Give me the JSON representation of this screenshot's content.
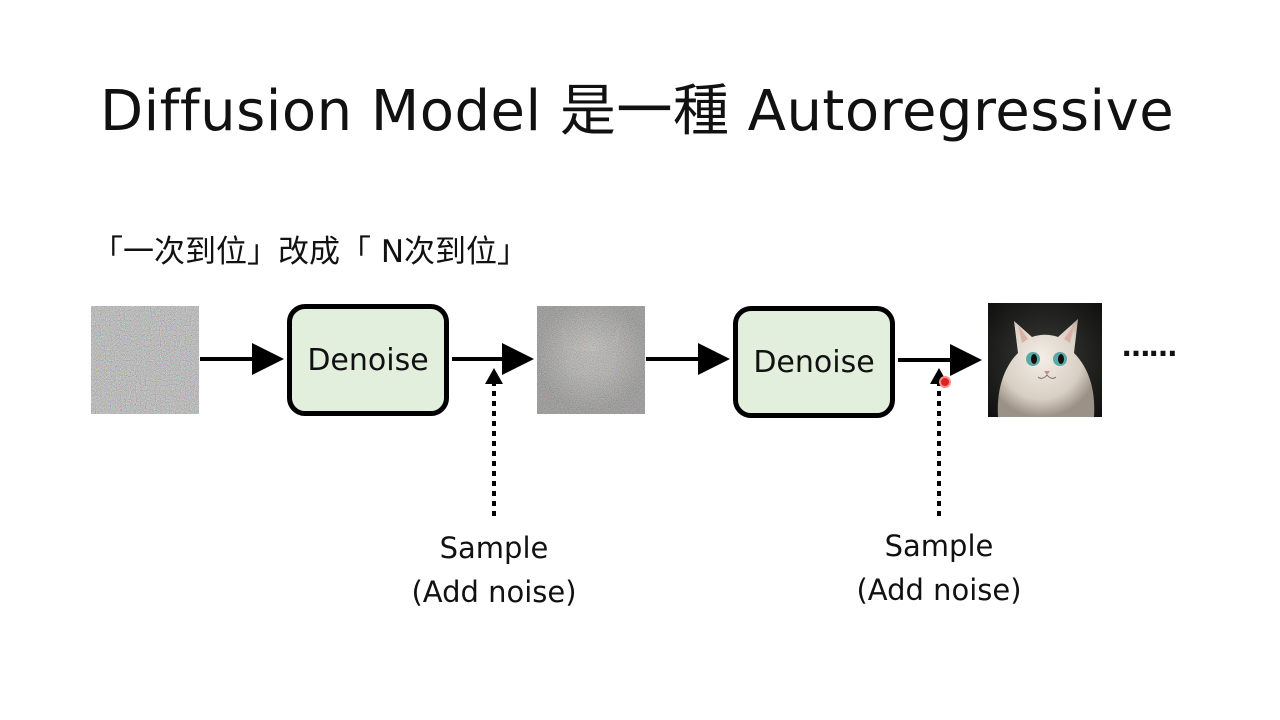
{
  "slide": {
    "title": "Diffusion Model 是一種 Autoregressive",
    "subtitle": "「一次到位」改成「 N次到位」"
  },
  "diagram": {
    "denoise_label_1": "Denoise",
    "denoise_label_2": "Denoise",
    "sample_line1_1": "Sample",
    "sample_line2_1": "(Add noise)",
    "sample_line1_2": "Sample",
    "sample_line2_2": "(Add noise)",
    "continuation": "……",
    "colors": {
      "box_fill": "#e2efdc",
      "stroke": "#000000",
      "pointer": "#e02020"
    }
  }
}
